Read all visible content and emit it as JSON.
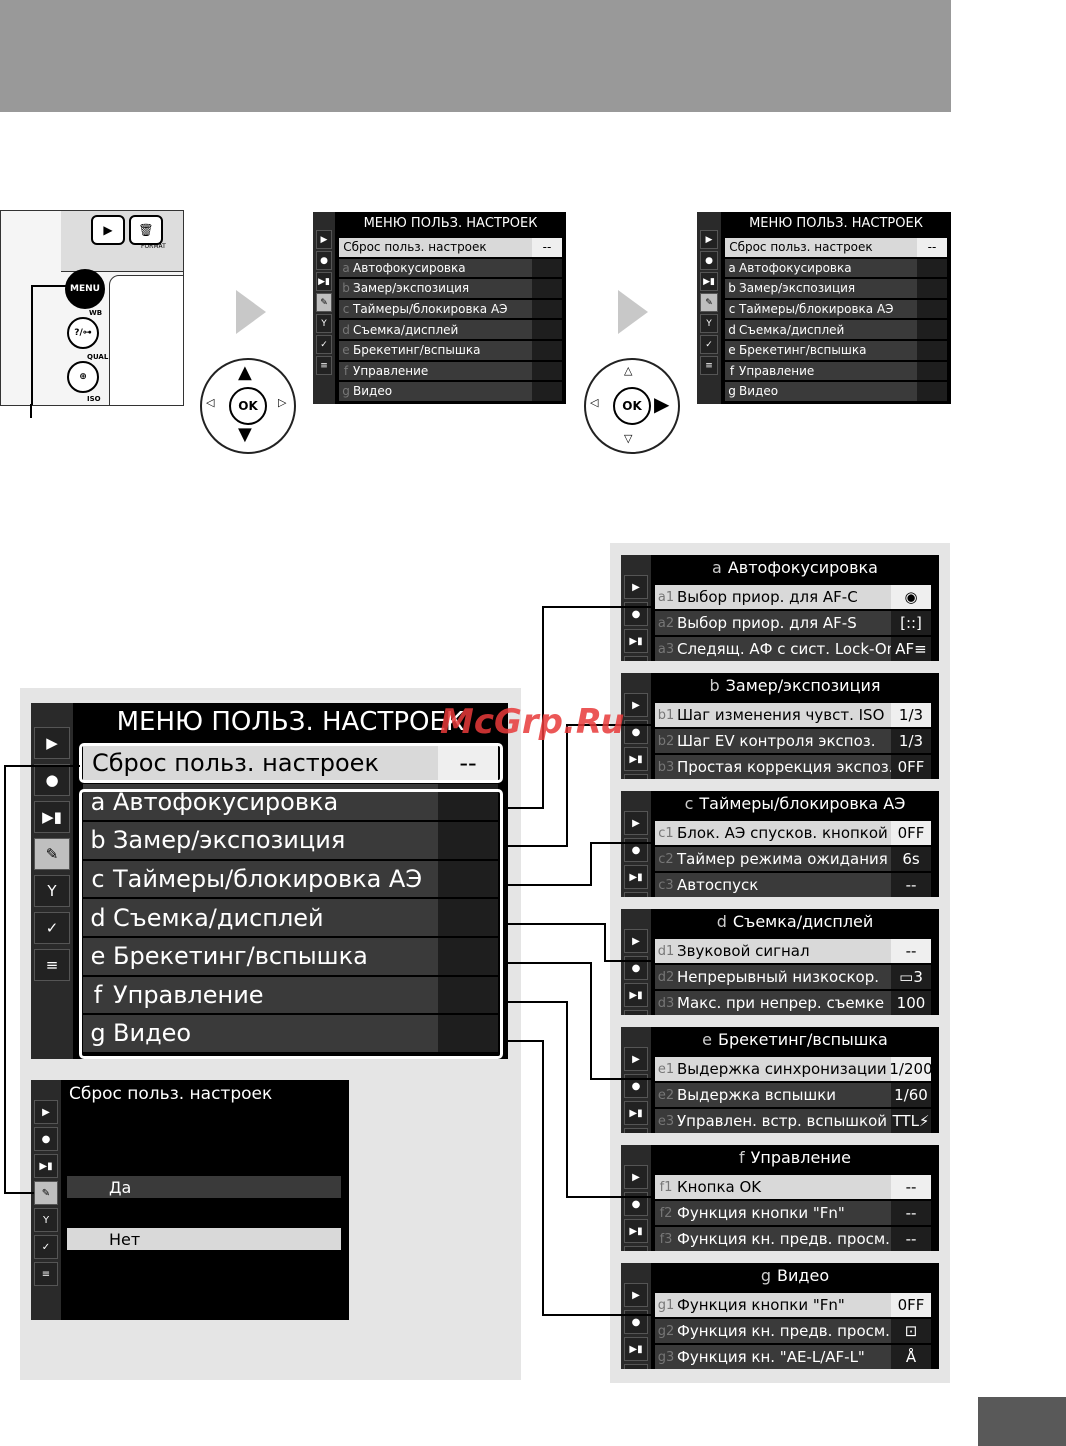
{
  "menu_title": "МЕНЮ ПОЛЬЗ. НАСТРОЕК",
  "reset": {
    "label": "Сброс польз. настроек",
    "value": "--"
  },
  "groups": [
    {
      "letter": "a",
      "label": "Автофокусировка"
    },
    {
      "letter": "b",
      "label": "Замер/экспозиция"
    },
    {
      "letter": "c",
      "label": "Таймеры/блокировка АЭ"
    },
    {
      "letter": "d",
      "label": "Съемка/дисплей"
    },
    {
      "letter": "e",
      "label": "Брекетинг/вспышка"
    },
    {
      "letter": "f",
      "label": "Управление"
    },
    {
      "letter": "g",
      "label": "Видео"
    }
  ],
  "reset_dialog": {
    "title": "Сброс польз. настроек",
    "yes": "Да",
    "no": "Нет"
  },
  "submenus": [
    {
      "letter": "a",
      "title": "Автофокусировка",
      "items": [
        {
          "code": "a1",
          "label": "Выбор приор. для AF-C",
          "value": "◉"
        },
        {
          "code": "a2",
          "label": "Выбор приор. для AF-S",
          "value": "[::]"
        },
        {
          "code": "a3",
          "label": "Следящ. АФ с сист. Lock-On",
          "value": "AF≡"
        }
      ]
    },
    {
      "letter": "b",
      "title": "Замер/экспозиция",
      "items": [
        {
          "code": "b1",
          "label": "Шаг изменения чувст. ISO",
          "value": "1/3"
        },
        {
          "code": "b2",
          "label": "Шаг EV контроля экспоз.",
          "value": "1/3"
        },
        {
          "code": "b3",
          "label": "Простая коррекция экспоз.",
          "value": "0FF"
        }
      ]
    },
    {
      "letter": "c",
      "title": "Таймеры/блокировка АЭ",
      "items": [
        {
          "code": "c1",
          "label": "Блок. АЭ спусков. кнопкой",
          "value": "0FF"
        },
        {
          "code": "c2",
          "label": "Таймер режима ожидания",
          "value": "6s"
        },
        {
          "code": "c3",
          "label": "Автоспуск",
          "value": "--"
        }
      ]
    },
    {
      "letter": "d",
      "title": "Съемка/дисплей",
      "items": [
        {
          "code": "d1",
          "label": "Звуковой сигнал",
          "value": "--"
        },
        {
          "code": "d2",
          "label": "Непрерывный низкоскор.",
          "value": "▭3"
        },
        {
          "code": "d3",
          "label": "Макс. при непрер. съемке",
          "value": "100"
        }
      ]
    },
    {
      "letter": "e",
      "title": "Брекетинг/вспышка",
      "items": [
        {
          "code": "e1",
          "label": "Выдержка синхронизации",
          "value": "1/200"
        },
        {
          "code": "e2",
          "label": "Выдержка вспышки",
          "value": "1/60"
        },
        {
          "code": "e3",
          "label": "Управлен. встр. вспышкой",
          "value": "TTL⚡"
        }
      ]
    },
    {
      "letter": "f",
      "title": "Управление",
      "items": [
        {
          "code": "f1",
          "label": "Кнопка OK",
          "value": "--"
        },
        {
          "code": "f2",
          "label": "Функция кнопки \"Fn\"",
          "value": "--"
        },
        {
          "code": "f3",
          "label": "Функция кн. предв. просм.",
          "value": "--"
        }
      ]
    },
    {
      "letter": "g",
      "title": "Видео",
      "items": [
        {
          "code": "g1",
          "label": "Функция кнопки \"Fn\"",
          "value": "0FF"
        },
        {
          "code": "g2",
          "label": "Функция кн. предв. просм.",
          "value": "⊡"
        },
        {
          "code": "g3",
          "label": "Функция кн. \"AE-L/AF-L\"",
          "value": "Å"
        }
      ]
    }
  ],
  "camera_buttons": {
    "menu": "MENU",
    "wb": "WB",
    "qual": "QUAL",
    "iso": "ISO",
    "format": "FORMAT"
  },
  "ok_label": "OK",
  "watermark": "McGrp.Ru",
  "icons": [
    "play-icon",
    "camera-icon",
    "movie-icon",
    "pencil-icon",
    "wrench-icon",
    "retouch-icon",
    "recent-settings-icon"
  ]
}
